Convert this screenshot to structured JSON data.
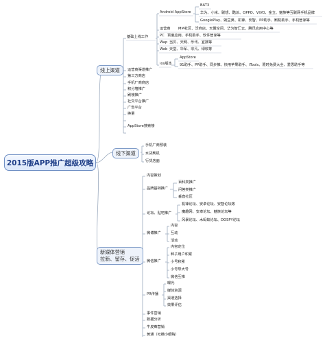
{
  "root": "2015版APP推广超级攻略",
  "branches": {
    "online": "线上渠道",
    "offline": "线下渠道",
    "newmedia_line1": "新媒体营销",
    "newmedia_line2": "拉新、留存、促活"
  },
  "online": {
    "preinstall": "基础上线工作",
    "android_appstore": "Android AppStore",
    "bat3": "BAT3",
    "vendors": "华为、小米、联想、酷派、OPPO、VIVO、金立、魅族等互联网手机品牌",
    "googleplay": "GooglePlay、豌豆荚、机锋、安智、PP助手、刷机助手、手机管家等",
    "operators": "运营商",
    "operators_detail": "MM社区、沃商店、天翼空间、华为智汇云、腾讯应用中心等",
    "pc": "PC",
    "pc_detail": "百度应用、手机助手、软件管家等",
    "wap": "Wap",
    "wap_detail": "当贝、天网、乐讯、宜搜等",
    "web": "Web",
    "web_detail": "天堂、华军、非凡、绿软等",
    "ios": "ios版本",
    "ios_appstore": "AppStore",
    "ios_detail": "91助手、PP助手、同步推、快用苹果助手、iTools、限时免费大全、爱思助手等",
    "items": [
      "运营商渠道推广",
      "第三方商店",
      "手机厂商商店",
      "积分墙推广",
      "刷榜推广",
      "社交平台推广",
      "广告平台",
      "换量",
      "AppStore搜索榜"
    ]
  },
  "offline": {
    "items": [
      "手机厂商预装",
      "水货刷机",
      "行货店面"
    ]
  },
  "newmedia": {
    "content_plan": "内容策划",
    "brand": "品牌基础推广",
    "brand_items": [
      "百科类推广",
      "问答类推广",
      "垂直社区"
    ],
    "forum": "论坛、贴吧推广",
    "forum_items": [
      "机锋论坛、安卓论坛、安智论坛等",
      "魔趣网、安卓论坛、魅族论坛等",
      "风暴论坛、木蚂蚁论坛、DOSPY论坛"
    ],
    "weibo": "微博推广",
    "weibo_items": [
      "内容",
      "互动",
      "活动"
    ],
    "weixin": "微信推广",
    "weixin_items": [
      "内容定位",
      "种子用户积累",
      "小号积累",
      "小号导大号",
      "微信互推"
    ],
    "pr": "PR传播",
    "pr_items": [
      "曝光",
      "媒体资源",
      "渠道选择",
      "效果评估"
    ],
    "tail_items": [
      "事件营销",
      "数据分析",
      "牛皮癣营销",
      "黄通（吐槽小眼睛）"
    ]
  }
}
